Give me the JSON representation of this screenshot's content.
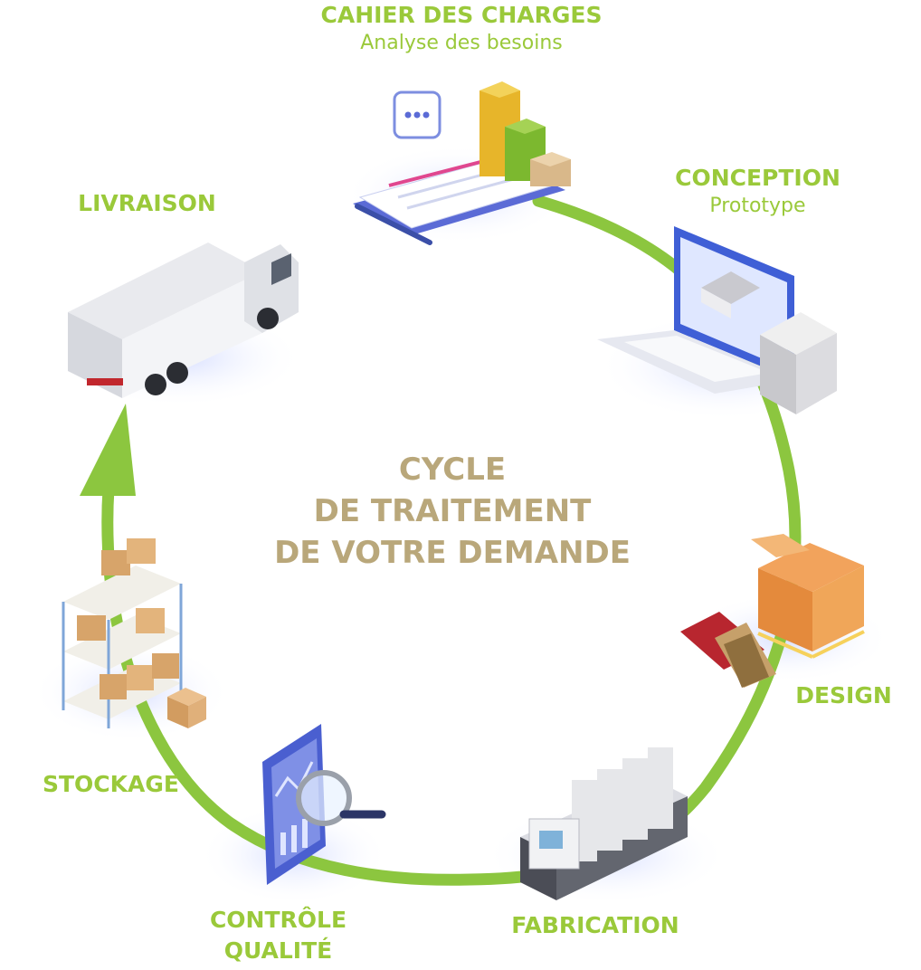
{
  "colors": {
    "accent_green": "#8cc63f",
    "label_green": "#9ac93a",
    "title_tan": "#b9a77a"
  },
  "center_title": {
    "line1": "CYCLE",
    "line2": "DE TRAITEMENT",
    "line3": "DE VOTRE DEMANDE"
  },
  "stages": {
    "cahier": {
      "title": "CAHIER DES CHARGES",
      "subtitle": "Analyse des besoins",
      "icon": "document-chart-icon"
    },
    "conception": {
      "title": "CONCEPTION",
      "subtitle": "Prototype",
      "icon": "laptop-box-icon"
    },
    "design": {
      "title": "DESIGN",
      "icon": "box-color-swatch-icon"
    },
    "fabrication": {
      "title": "FABRICATION",
      "icon": "printing-press-icon"
    },
    "controle": {
      "title_line1": "CONTRÔLE",
      "title_line2": "QUALITÉ",
      "icon": "magnifier-screen-icon"
    },
    "stockage": {
      "title": "STOCKAGE",
      "icon": "warehouse-shelf-icon"
    },
    "livraison": {
      "title": "LIVRAISON",
      "icon": "delivery-truck-icon"
    }
  }
}
